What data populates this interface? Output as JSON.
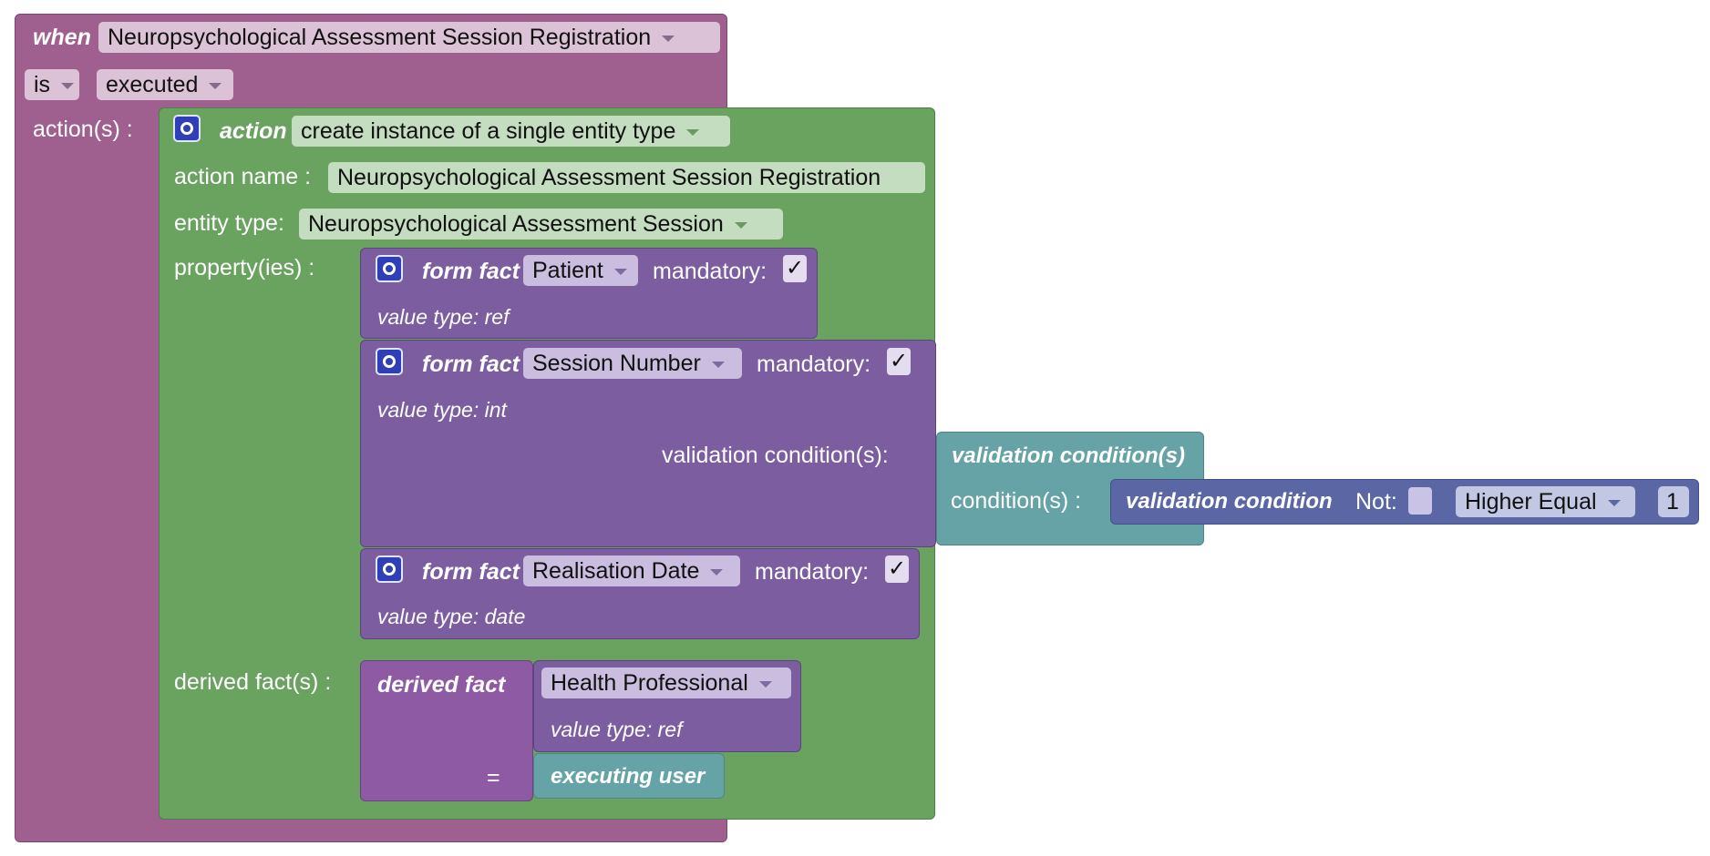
{
  "when_block": {
    "keyword": "when",
    "event": "Neuropsychological Assessment Session Registration",
    "is_label": "is",
    "state": "executed",
    "actions_label": "action(s) :"
  },
  "action_block": {
    "keyword": "action",
    "type": "create instance of a single entity type",
    "name_label": "action name :",
    "name_value": "Neuropsychological Assessment Session Registration",
    "entity_label": "entity type:",
    "entity_value": "Neuropsychological Assessment Session",
    "properties_label": "property(ies) :",
    "derived_label": "derived fact(s) :"
  },
  "form_facts": [
    {
      "keyword": "form fact",
      "name": "Patient",
      "mandatory_label": "mandatory:",
      "mandatory": "✓",
      "value_type": "value type: ref"
    },
    {
      "keyword": "form fact",
      "name": "Session Number",
      "mandatory_label": "mandatory:",
      "mandatory": "✓",
      "value_type": "value type: int",
      "validation_label": "validation condition(s):"
    },
    {
      "keyword": "form fact",
      "name": "Realisation Date",
      "mandatory_label": "mandatory:",
      "mandatory": "✓",
      "value_type": "value type: date"
    }
  ],
  "validation_block": {
    "keyword": "validation condition(s)",
    "conditions_label": "condition(s) :",
    "condition_keyword": "validation condition",
    "not_label": "Not:",
    "operator": "Higher Equal",
    "value": "1"
  },
  "derived_fact": {
    "keyword": "derived fact",
    "fact": "Health Professional",
    "value_type": "value type: ref",
    "equals": "=",
    "value": "executing user"
  },
  "colors": {
    "when": "#a0608f",
    "action": "#6aa260",
    "form_fact": "#7c5ea0",
    "validation": "#66a3a6",
    "condition": "#5b66a5",
    "gear": "#2f3fb8"
  }
}
